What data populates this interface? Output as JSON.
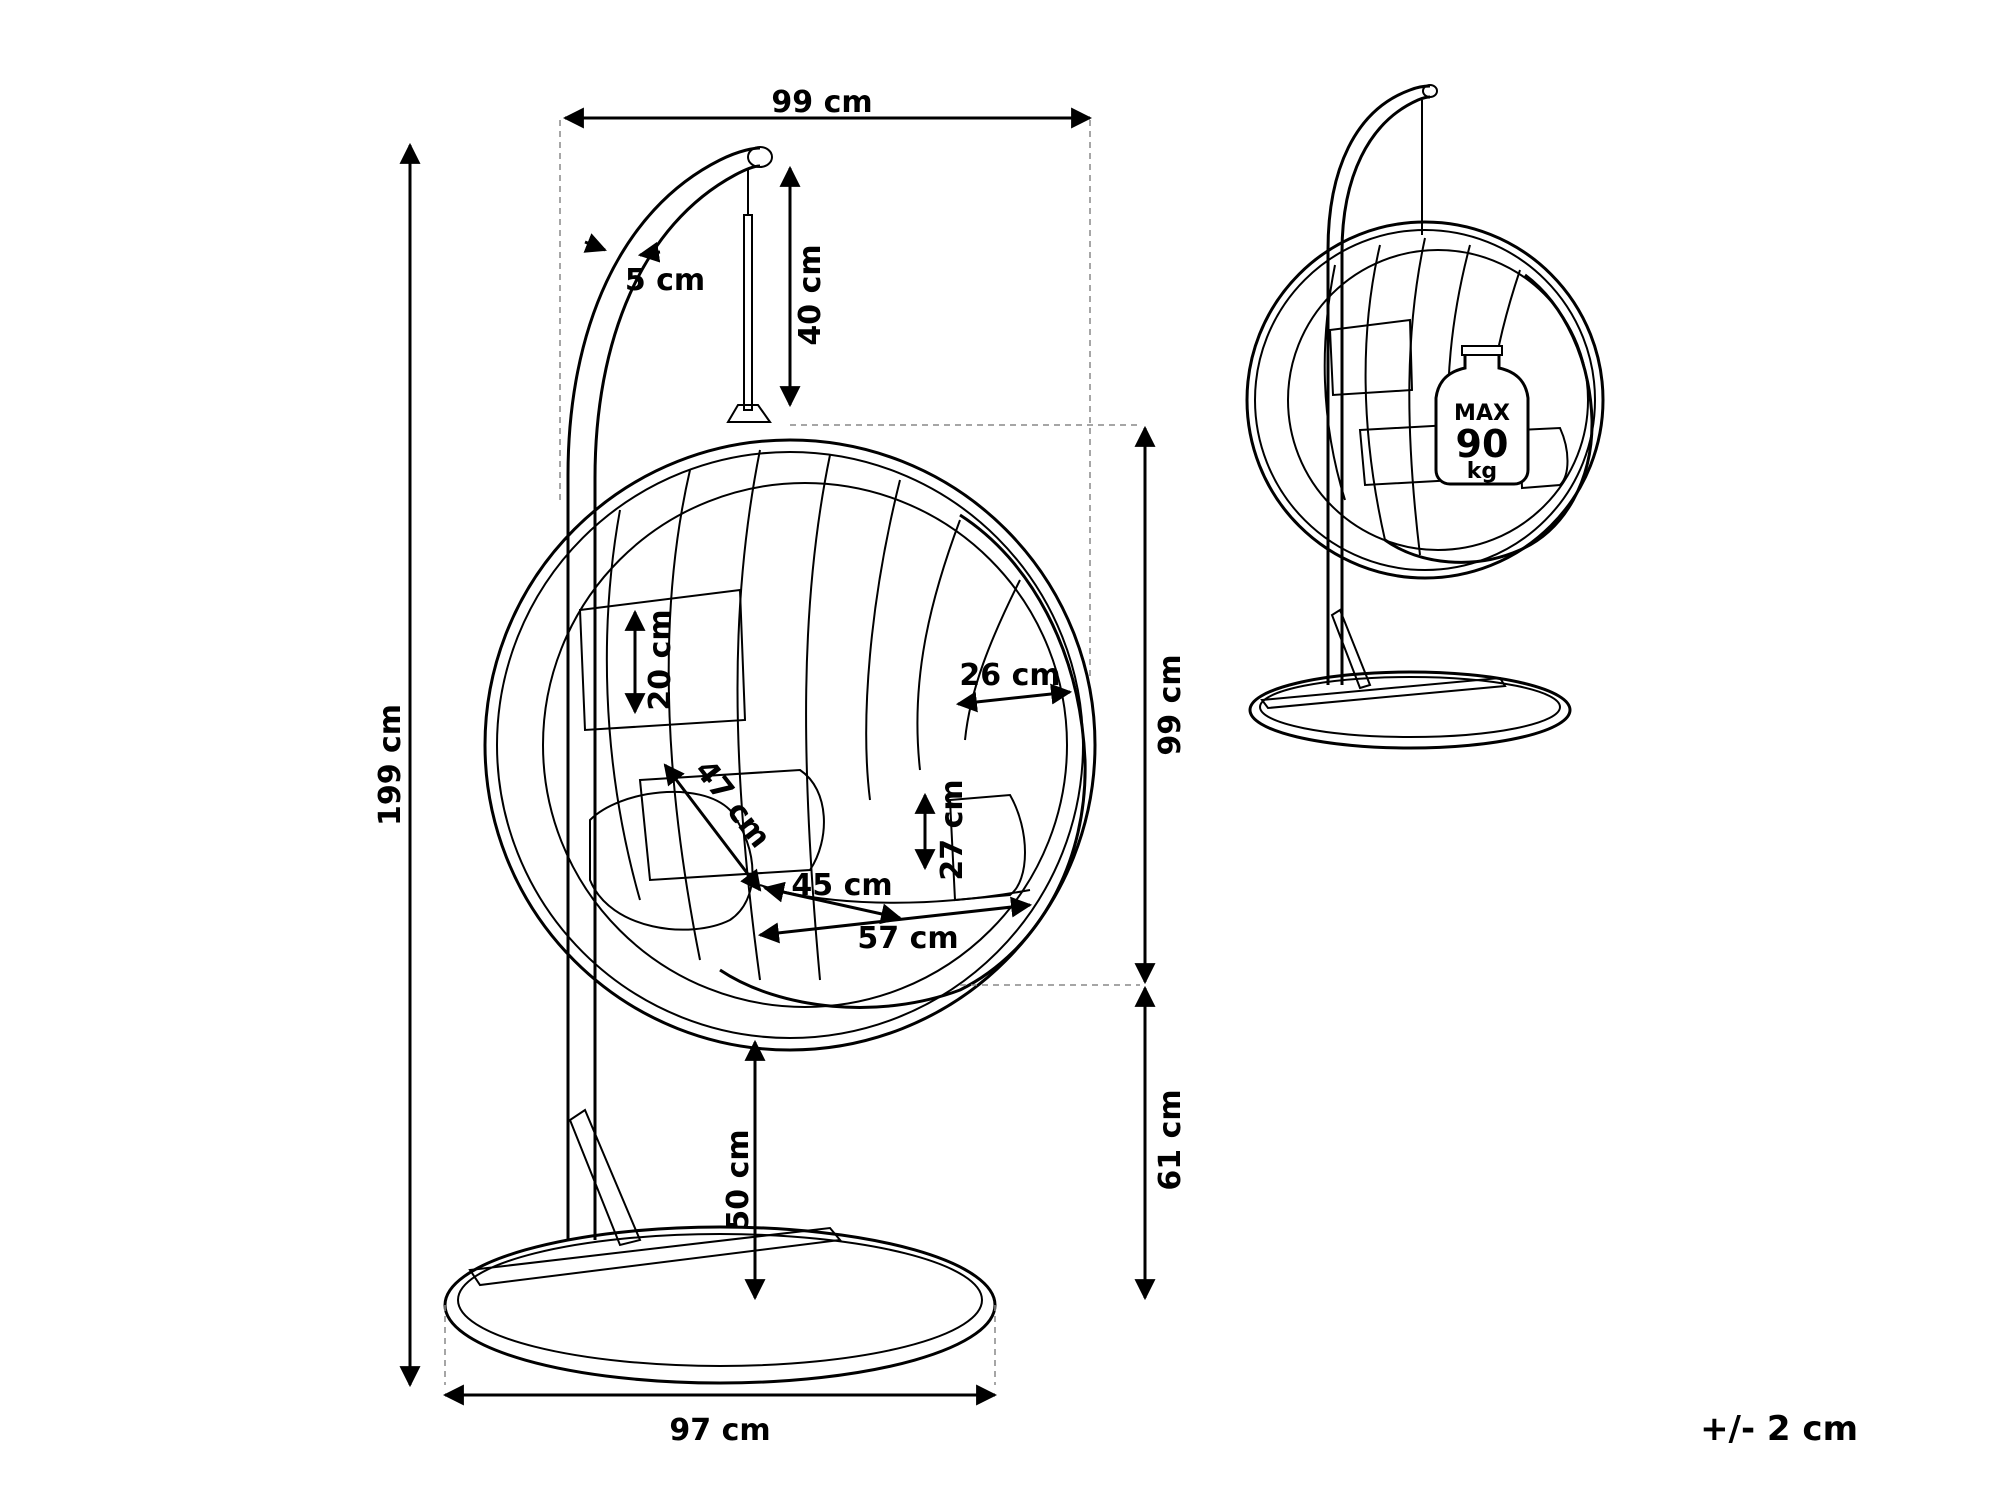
{
  "dimensions": {
    "top_width": "99 cm",
    "tube_diameter": "5 cm",
    "chain_length": "40 cm",
    "total_height": "199 cm",
    "pillow_height": "20 cm",
    "side_opening": "26 cm",
    "seat_depth": "47 cm",
    "back_cushion_height": "27 cm",
    "seat_width_inner": "45 cm",
    "seat_width_outer": "57 cm",
    "basket_height": "99 cm",
    "clearance_height": "61 cm",
    "seat_height": "50 cm",
    "base_width": "97 cm"
  },
  "max_load": {
    "label": "MAX",
    "value": "90",
    "unit": "kg"
  },
  "tolerance": "+/- 2 cm"
}
